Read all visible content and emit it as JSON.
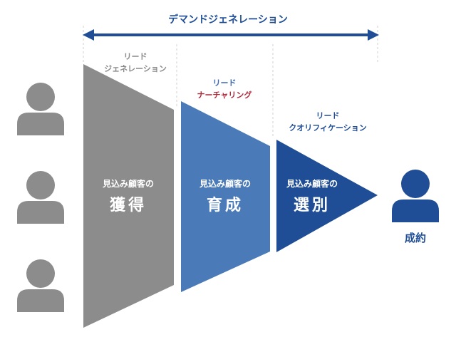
{
  "header": {
    "title": "デマンドジェネレーション",
    "arrow_color": "#1f4e96"
  },
  "stages": [
    {
      "label_line1": "リード",
      "label_line2": "ジェネレーション",
      "shape_small": "見込み顧客の",
      "shape_big": "獲得",
      "color": "#8c8c8c"
    },
    {
      "label_line1": "リード",
      "label_line2": "ナーチャリング",
      "shape_small": "見込み顧客の",
      "shape_big": "育成",
      "color": "#4a7ab8"
    },
    {
      "label_line1": "リード",
      "label_line2": "クオリフィケーション",
      "shape_small": "見込み顧客の",
      "shape_big": "選別",
      "color": "#1f4e96"
    }
  ],
  "people": {
    "left_count": 3,
    "left_color": "#8c8c8c",
    "right_color": "#1f4e96",
    "icon": "person-icon"
  },
  "result": {
    "label": "成約"
  }
}
